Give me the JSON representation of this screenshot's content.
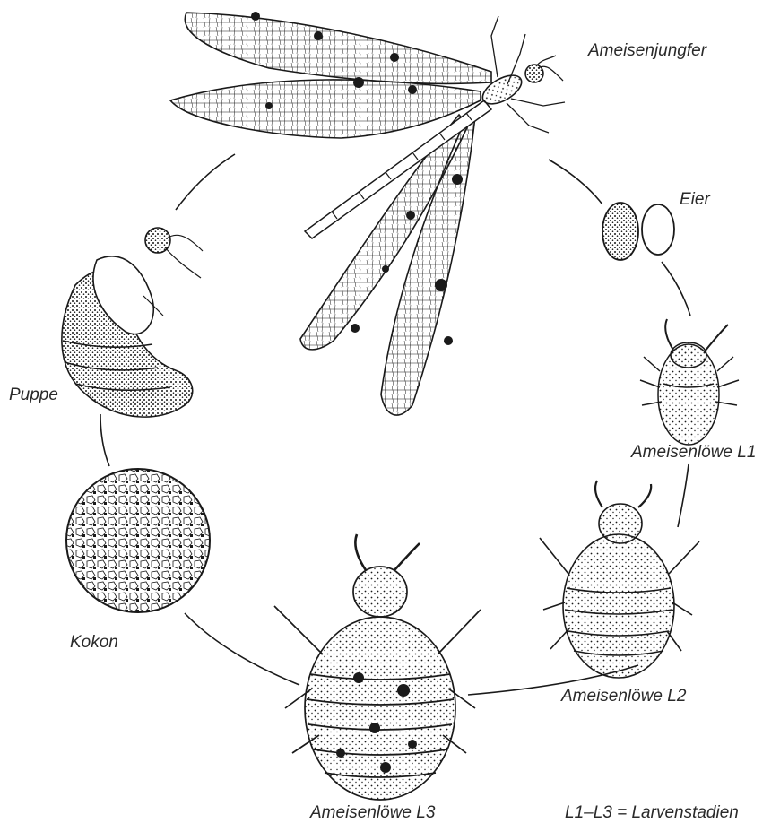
{
  "labels": {
    "adult": "Ameisenjungfer",
    "eggs": "Eier",
    "larva1": "Ameisenlöwe L1",
    "larva2": "Ameisenlöwe L2",
    "larva3": "Ameisenlöwe L3",
    "cocoon": "Kokon",
    "pupa": "Puppe",
    "legend": "L1–L3 = Larvenstadien"
  },
  "colors": {
    "ink": "#1a1a1a",
    "paper": "#ffffff"
  }
}
